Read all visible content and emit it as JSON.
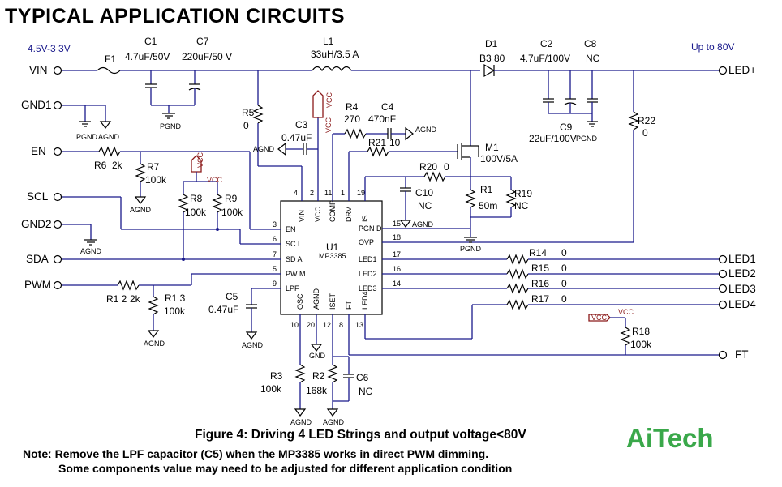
{
  "title": "TYPICAL APPLICATION CIRCUITS",
  "caption": "Figure 4:  Driving 4 LED Strings and output voltage<80V",
  "note_line1": "Noteː Remove the LPF capacitor (C5) when the MP3385 works in direct PWM dimming.",
  "note_line2": "Some components value may need to be adjusted for different application condition",
  "logo": "AiTech",
  "input_range": "4.5V-3 3V",
  "output_range": "Up  to 80V",
  "nets": {
    "vin": "VIN",
    "gnd1": "GND1",
    "en": "EN",
    "scl": "SCL",
    "gnd2": "GND2",
    "sda": "SDA",
    "pwm": "PWM",
    "led_plus": "LED+",
    "led1": "LED1",
    "led2": "LED2",
    "led3": "LED3",
    "led4": "LED4",
    "ft": "FT"
  },
  "ic": {
    "ref": "U1",
    "part": "MP3385",
    "pins_left": [
      "EN",
      "SC L",
      "SD A",
      "PW M",
      "LPF"
    ],
    "pins_left_num": [
      "3",
      "6",
      "7",
      "5",
      "9"
    ],
    "pins_top": [
      "VIN",
      "VCC",
      "COMP",
      "DRV",
      "IS"
    ],
    "pins_top_num": [
      "4",
      "2",
      "11",
      "1",
      "19"
    ],
    "pins_right": [
      "PGN D",
      "OVP",
      "LED1",
      "LED2",
      "LED3"
    ],
    "pins_right_num": [
      "15",
      "18",
      "17",
      "16",
      "14"
    ],
    "pins_bottom": [
      "OSC",
      "AGND",
      "ISET",
      "FT",
      "LED4"
    ],
    "pins_bottom_num": [
      "10",
      "20",
      "12",
      "8",
      "13"
    ]
  },
  "components": {
    "f1": "F1",
    "c1": "C1",
    "c1_val": "4.7uF/50V",
    "c7": "C7",
    "c7_val": "220uF/50 V",
    "l1": "L1",
    "l1_val": "33uH/3.5 A",
    "d1": "D1",
    "d1_val": "B3 80",
    "c2": "C2",
    "c2_val": "4.7uF/100V",
    "c8": "C8",
    "c8_val": "NC",
    "c9": "C9",
    "c9_val": "22uF/100V",
    "r22": "R22",
    "r22_val": "0",
    "r5": "R5",
    "r5_val": "0",
    "c3": "C3",
    "c3_val": "0.47uF",
    "r4": "R4",
    "r4_val": "270",
    "c4": "C4",
    "c4_val": "470nF",
    "r21": "R21",
    "r21_val": "10",
    "m1": "M1",
    "m1_val": "100V/5A",
    "r20": "R20",
    "r20_val": "0",
    "c10": "C10",
    "c10_val": "NC",
    "r1": "R1",
    "r1_val": "50m",
    "r19": "R19",
    "r19_val": "NC",
    "r6": "R6",
    "r6_val": "2k",
    "r7": "R7",
    "r7_val": "100k",
    "r8": "R8",
    "r8_val": "100k",
    "r9": "R9",
    "r9_val": "100k",
    "r12": "R1 2",
    "r12_val": "2k",
    "r13": "R1 3",
    "r13_val": "100k",
    "c5": "C5",
    "c5_val": "0.47uF",
    "r14": "R14",
    "r14_val": "0",
    "r15": "R15",
    "r15_val": "0",
    "r16": "R16",
    "r16_val": "0",
    "r17": "R17",
    "r17_val": "0",
    "r18": "R18",
    "r18_val": "100k",
    "r3": "R3",
    "r3_val": "100k",
    "r2": "R2",
    "r2_val": "168k",
    "c6": "C6",
    "c6_val": "NC"
  },
  "gnd_labels": {
    "pgnd": "PGND",
    "agnd": "AGND",
    "gnd": "GND",
    "vcc": "VCC"
  }
}
